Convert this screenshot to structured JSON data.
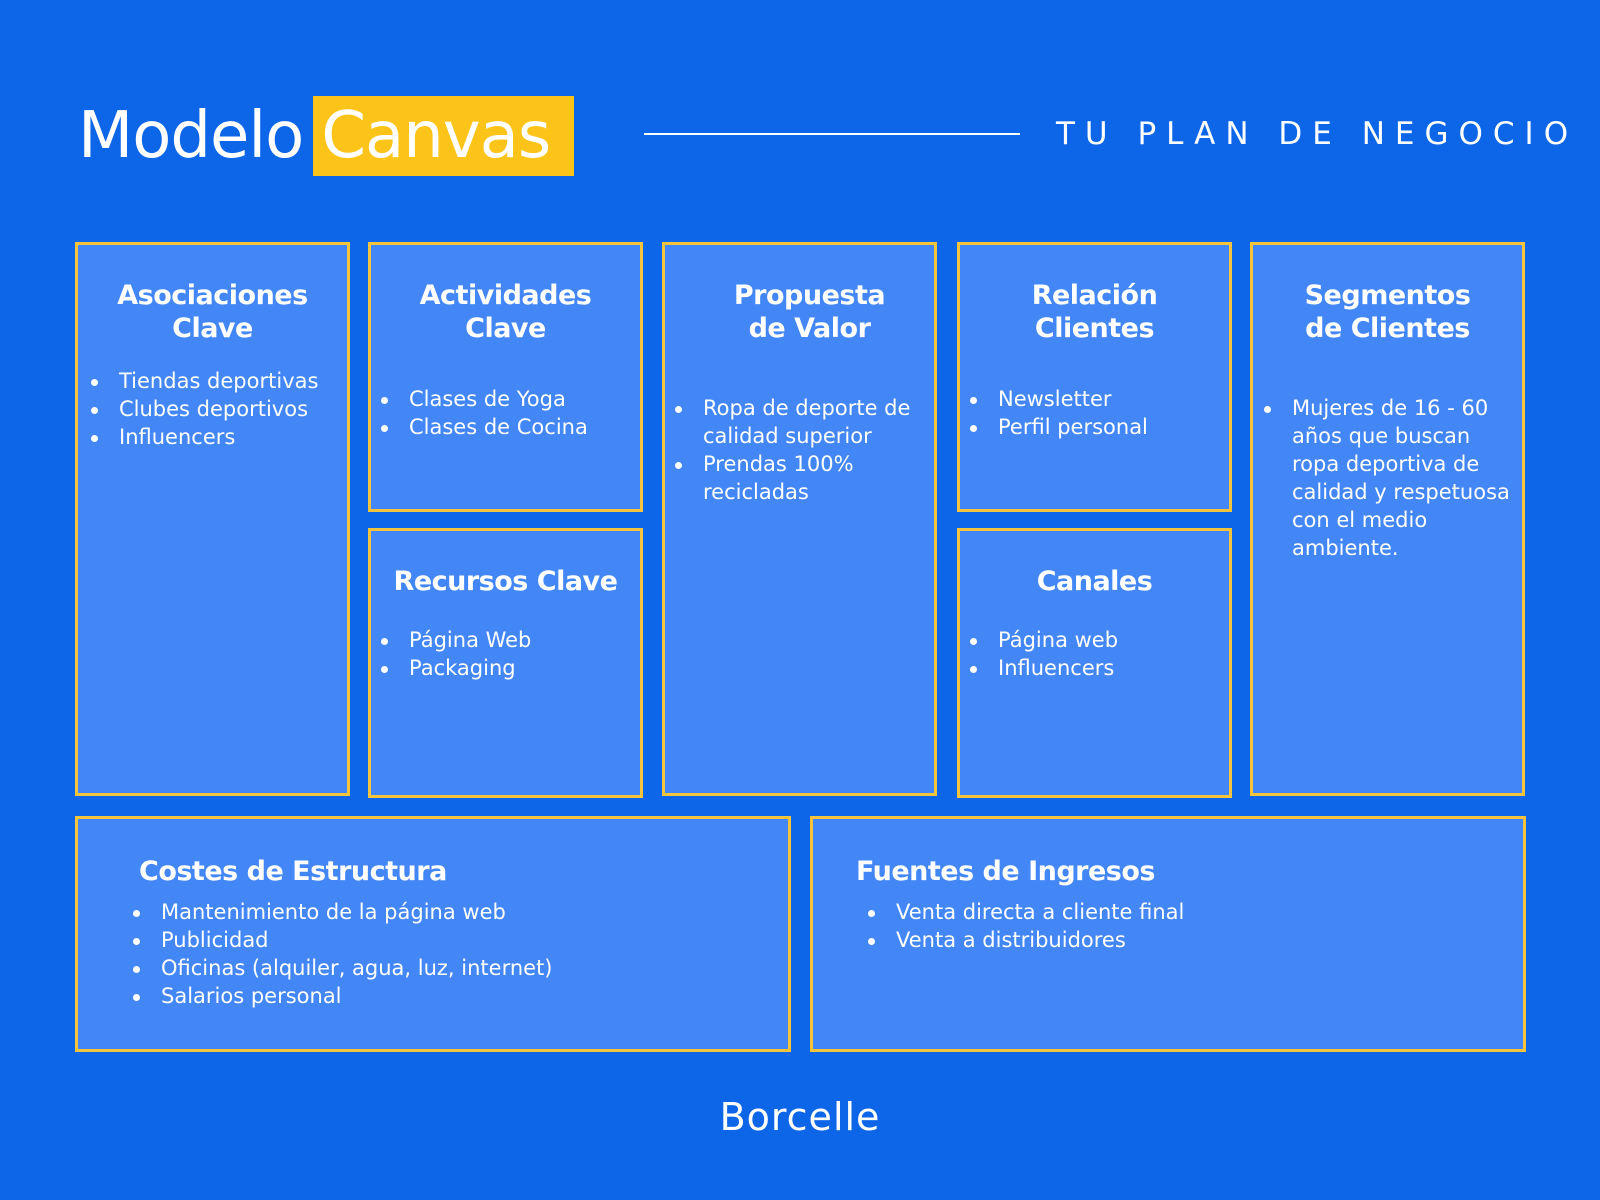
{
  "header": {
    "title_main": "Modelo",
    "title_highlight": "Canvas",
    "tagline": "TU PLAN DE NEGOCIO"
  },
  "cards": {
    "asociaciones": {
      "title_line1": "Asociaciones",
      "title_line2": "Clave",
      "items": [
        "Tiendas deportivas",
        "Clubes deportivos",
        "Influencers"
      ]
    },
    "actividades": {
      "title_line1": "Actividades",
      "title_line2": "Clave",
      "items": [
        "Clases de Yoga",
        "Clases de Cocina"
      ]
    },
    "recursos": {
      "title": "Recursos Clave",
      "items": [
        "Página Web",
        "Packaging"
      ]
    },
    "propuesta": {
      "title_line1": "Propuesta",
      "title_line2": "de Valor",
      "items": [
        " Ropa de deporte de calidad superior",
        "Prendas 100% recicladas"
      ]
    },
    "relacion": {
      "title_line1": "Relación",
      "title_line2": "Clientes",
      "items": [
        "Newsletter",
        "Perfil personal"
      ]
    },
    "canales": {
      "title": "Canales",
      "items": [
        "Página web",
        "Influencers"
      ]
    },
    "segmentos": {
      "title_line1": "Segmentos",
      "title_line2": "de Clientes",
      "items": [
        " Mujeres de 16 - 60 años que buscan ropa deportiva de calidad y respetuosa con el medio ambiente."
      ]
    },
    "costes": {
      "title": "Costes de Estructura",
      "items": [
        "Mantenimiento de la página web",
        "Publicidad",
        "Oficinas (alquiler, agua, luz, internet)",
        "Salarios personal"
      ]
    },
    "ingresos": {
      "title": "Fuentes de Ingresos",
      "items": [
        "Venta directa a cliente final",
        "Venta a distribuidores"
      ]
    }
  },
  "footer": {
    "brand": "Borcelle"
  },
  "colors": {
    "background": "#0d66e8",
    "card_fill": "#4287f5",
    "card_border": "#f3c43c",
    "highlight": "#fcc419",
    "text": "#ffffff"
  }
}
